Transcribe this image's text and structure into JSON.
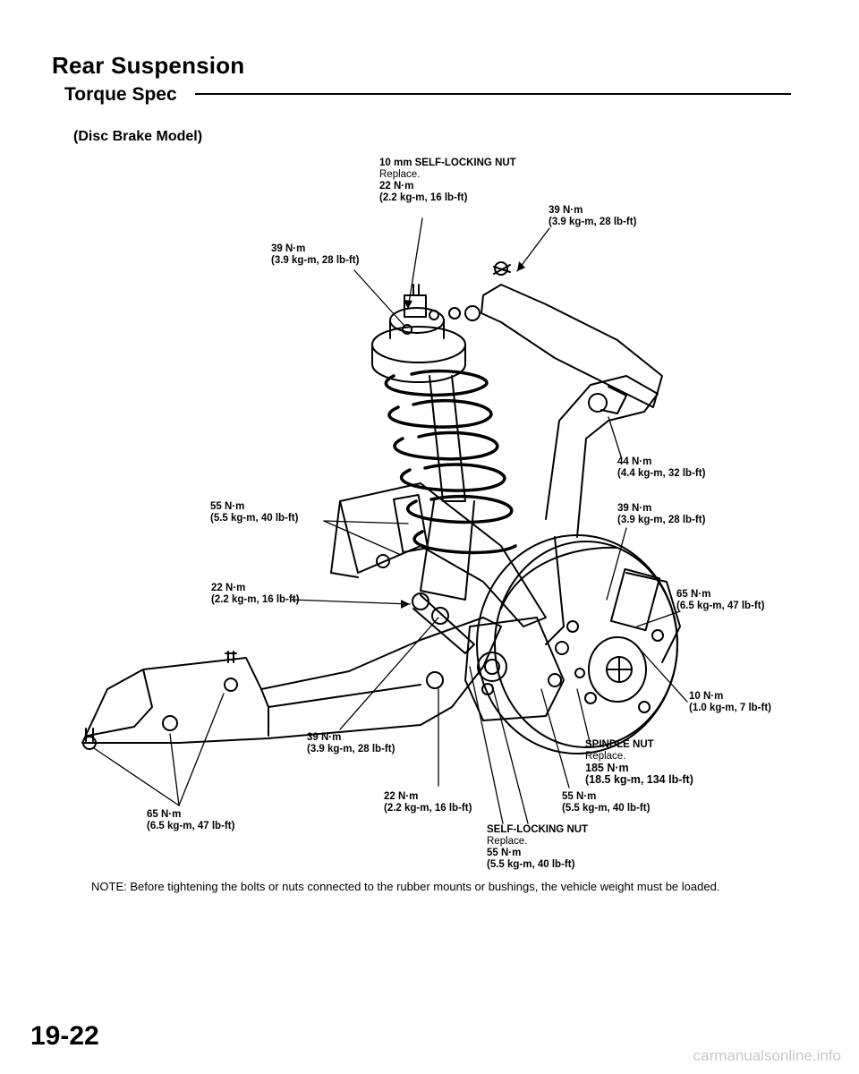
{
  "header": {
    "title": "Rear Suspension",
    "subtitle": "Torque Spec",
    "model": "(Disc Brake Model)"
  },
  "labels": {
    "top_nut": {
      "title": "10 mm SELF-LOCKING NUT",
      "line2": "Replace.",
      "line3": "22 N·m",
      "line4": "(2.2 kg-m, 16 lb-ft)"
    },
    "top_left": {
      "line1": "39 N·m",
      "line2": "(3.9 kg-m, 28 lb-ft)"
    },
    "top_right": {
      "line1": "39 N·m",
      "line2": "(3.9 kg-m, 28 lb-ft)"
    },
    "right_44": {
      "line1": "44 N·m",
      "line2": "(4.4 kg-m, 32 lb-ft)"
    },
    "right_39": {
      "line1": "39 N·m",
      "line2": "(3.9 kg-m, 28 lb-ft)"
    },
    "left_55": {
      "line1": "55 N·m",
      "line2": "(5.5 kg-m, 40 lb-ft)"
    },
    "left_22": {
      "line1": "22 N·m",
      "line2": "(2.2 kg-m, 16 lb-ft)"
    },
    "right_65": {
      "line1": "65 N·m",
      "line2": "(6.5 kg-m, 47 lb-ft)"
    },
    "right_10": {
      "line1": "10 N·m",
      "line2": "(1.0 kg-m, 7 lb-ft)"
    },
    "mid_39": {
      "line1": "39 N·m",
      "line2": "(3.9 kg-m, 28 lb-ft)"
    },
    "spindle": {
      "title": "SPINDLE NUT",
      "line2": "Replace.",
      "line3": "185 N·m",
      "line4": "(18.5 kg-m, 134 lb-ft)"
    },
    "bottom_22": {
      "line1": "22 N·m",
      "line2": "(2.2 kg-m, 16 lb-ft)"
    },
    "bottom_55": {
      "line1": "55 N·m",
      "line2": "(5.5 kg-m, 40 lb-ft)"
    },
    "bottom_65": {
      "line1": "65 N·m",
      "line2": "(6.5 kg-m, 47 lb-ft)"
    },
    "self_lock": {
      "title": "SELF-LOCKING NUT",
      "line2": "Replace.",
      "line3": "55 N·m",
      "line4": "(5.5 kg-m, 40 lb-ft)"
    }
  },
  "note": "NOTE:  Before tightening the bolts or nuts connected to the rubber mounts or bushings, the vehicle weight must be loaded.",
  "page_number": "19-22",
  "footer": "carmanualsonline.info"
}
